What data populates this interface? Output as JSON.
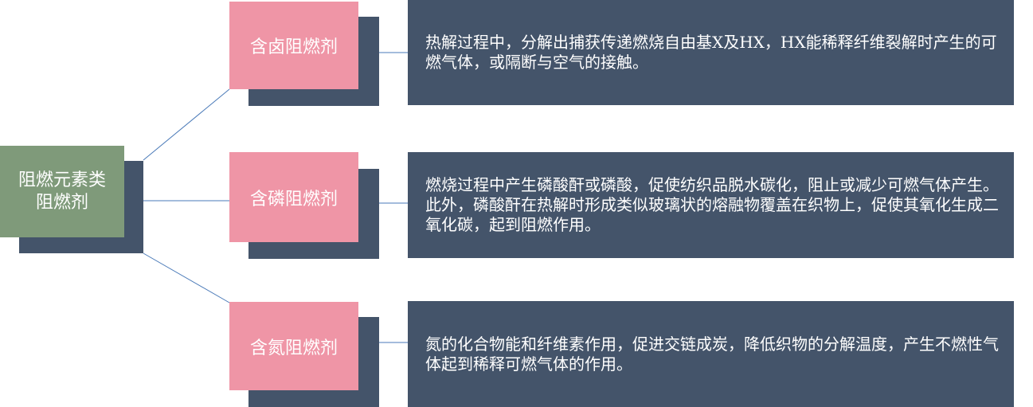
{
  "root": {
    "line1": "阻燃元素类",
    "line2": "阻燃剂"
  },
  "categories": [
    {
      "label": "含卤阻燃剂",
      "description": "热解过程中，分解出捕获传递燃烧自由基X及HX，HX能稀释纤维裂解时产生的可燃气体，或隔断与空气的接触。"
    },
    {
      "label": "含磷阻燃剂",
      "description": "燃烧过程中产生磷酸酐或磷酸，促使纺织品脱水碳化，阻止或减少可燃气体产生。此外，磷酸酐在热解时形成类似玻璃状的熔融物覆盖在织物上，促使其氧化生成二氧化碳，起到阻燃作用。"
    },
    {
      "label": "含氮阻燃剂",
      "description": "氮的化合物能和纤维素作用，促进交链成炭，降低织物的分解温度，产生不燃性气体起到稀释可燃气体的作用。"
    }
  ],
  "colors": {
    "root": "#7f9a7a",
    "category": "#ef95a6",
    "panel": "#44546a",
    "connector": "#4a7ab8"
  }
}
